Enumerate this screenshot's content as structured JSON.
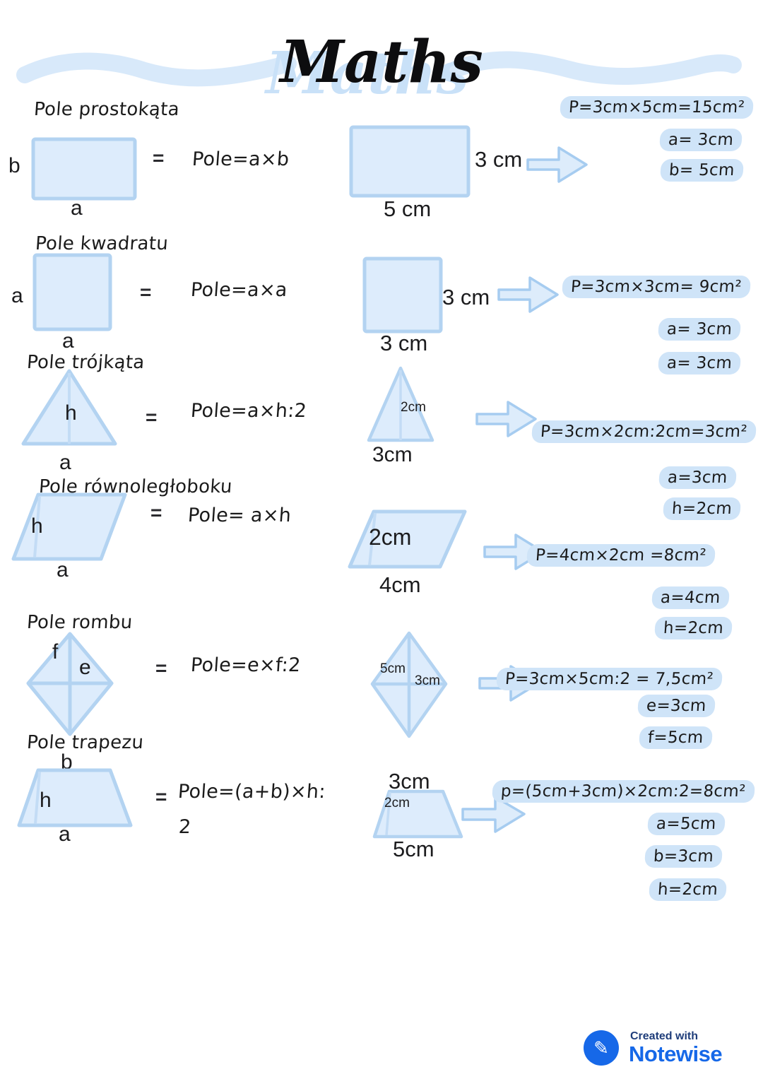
{
  "page_title": "Maths",
  "sections": [
    {
      "title": "Pole prostokąta",
      "equals": "=",
      "formula": "Pole=a×b",
      "diagram": {
        "left": "b",
        "bottom": "a"
      },
      "example": {
        "side": "3 cm",
        "bottom": "5 cm"
      },
      "results": {
        "calc": "P=3cm×5cm=15cm²",
        "line2": "a= 3cm",
        "line3": "b= 5cm"
      }
    },
    {
      "title": "Pole kwadratu",
      "equals": "=",
      "formula": "Pole=a×a",
      "diagram": {
        "left": "a",
        "bottom": "a"
      },
      "example": {
        "side": "3 cm",
        "bottom": "3 cm"
      },
      "results": {
        "calc": "P=3cm×3cm= 9cm²",
        "line2": "a= 3cm",
        "line3": "a= 3cm"
      }
    },
    {
      "title": "Pole trójkąta",
      "equals": "=",
      "formula": "Pole=a×h:2",
      "diagram": {
        "height": "h",
        "bottom": "a"
      },
      "example": {
        "height": "2cm",
        "bottom": "3cm"
      },
      "results": {
        "calc": "P=3cm×2cm:2cm=3cm²",
        "line2": "a=3cm",
        "line3": "h=2cm"
      }
    },
    {
      "title": "Pole równoległoboku",
      "equals": "=",
      "formula": "Pole= a×h",
      "diagram": {
        "height": "h",
        "bottom": "a"
      },
      "example": {
        "height": "2cm",
        "bottom": "4cm"
      },
      "results": {
        "calc": "P=4cm×2cm =8cm²",
        "line2": "a=4cm",
        "line3": "h=2cm"
      }
    },
    {
      "title": "Pole rombu",
      "equals": "=",
      "formula": "Pole=e×f:2",
      "diagram": {
        "diag_f": "f",
        "diag_e": "e"
      },
      "example": {
        "diag_f": "5cm",
        "diag_e": "3cm"
      },
      "results": {
        "calc": "P=3cm×5cm:2 = 7,5cm²",
        "line2": "e=3cm",
        "line3": "f=5cm"
      }
    },
    {
      "title": "Pole trapezu",
      "equals": "=",
      "formula_line1": "Pole=(a+b)×h:",
      "formula_line2": "2",
      "diagram": {
        "top": "b",
        "height": "h",
        "bottom": "a"
      },
      "example": {
        "top": "3cm",
        "height": "2cm",
        "bottom": "5cm"
      },
      "results": {
        "calc": "p=(5cm+3cm)×2cm:2=8cm²",
        "line2": "a=5cm",
        "line3": "b=3cm",
        "line4": "h=2cm"
      }
    }
  ],
  "footer": {
    "created_with": "Created with",
    "brand": "Notewise"
  },
  "colors": {
    "shape_fill": "#ddecfc",
    "shape_stroke": "#b3d3f1",
    "highlight": "#cfe4f8",
    "wave": "#d8e9fa",
    "brand_blue": "#1668e8",
    "brand_dark": "#1f3d7a",
    "ink": "#1b1b1b"
  }
}
